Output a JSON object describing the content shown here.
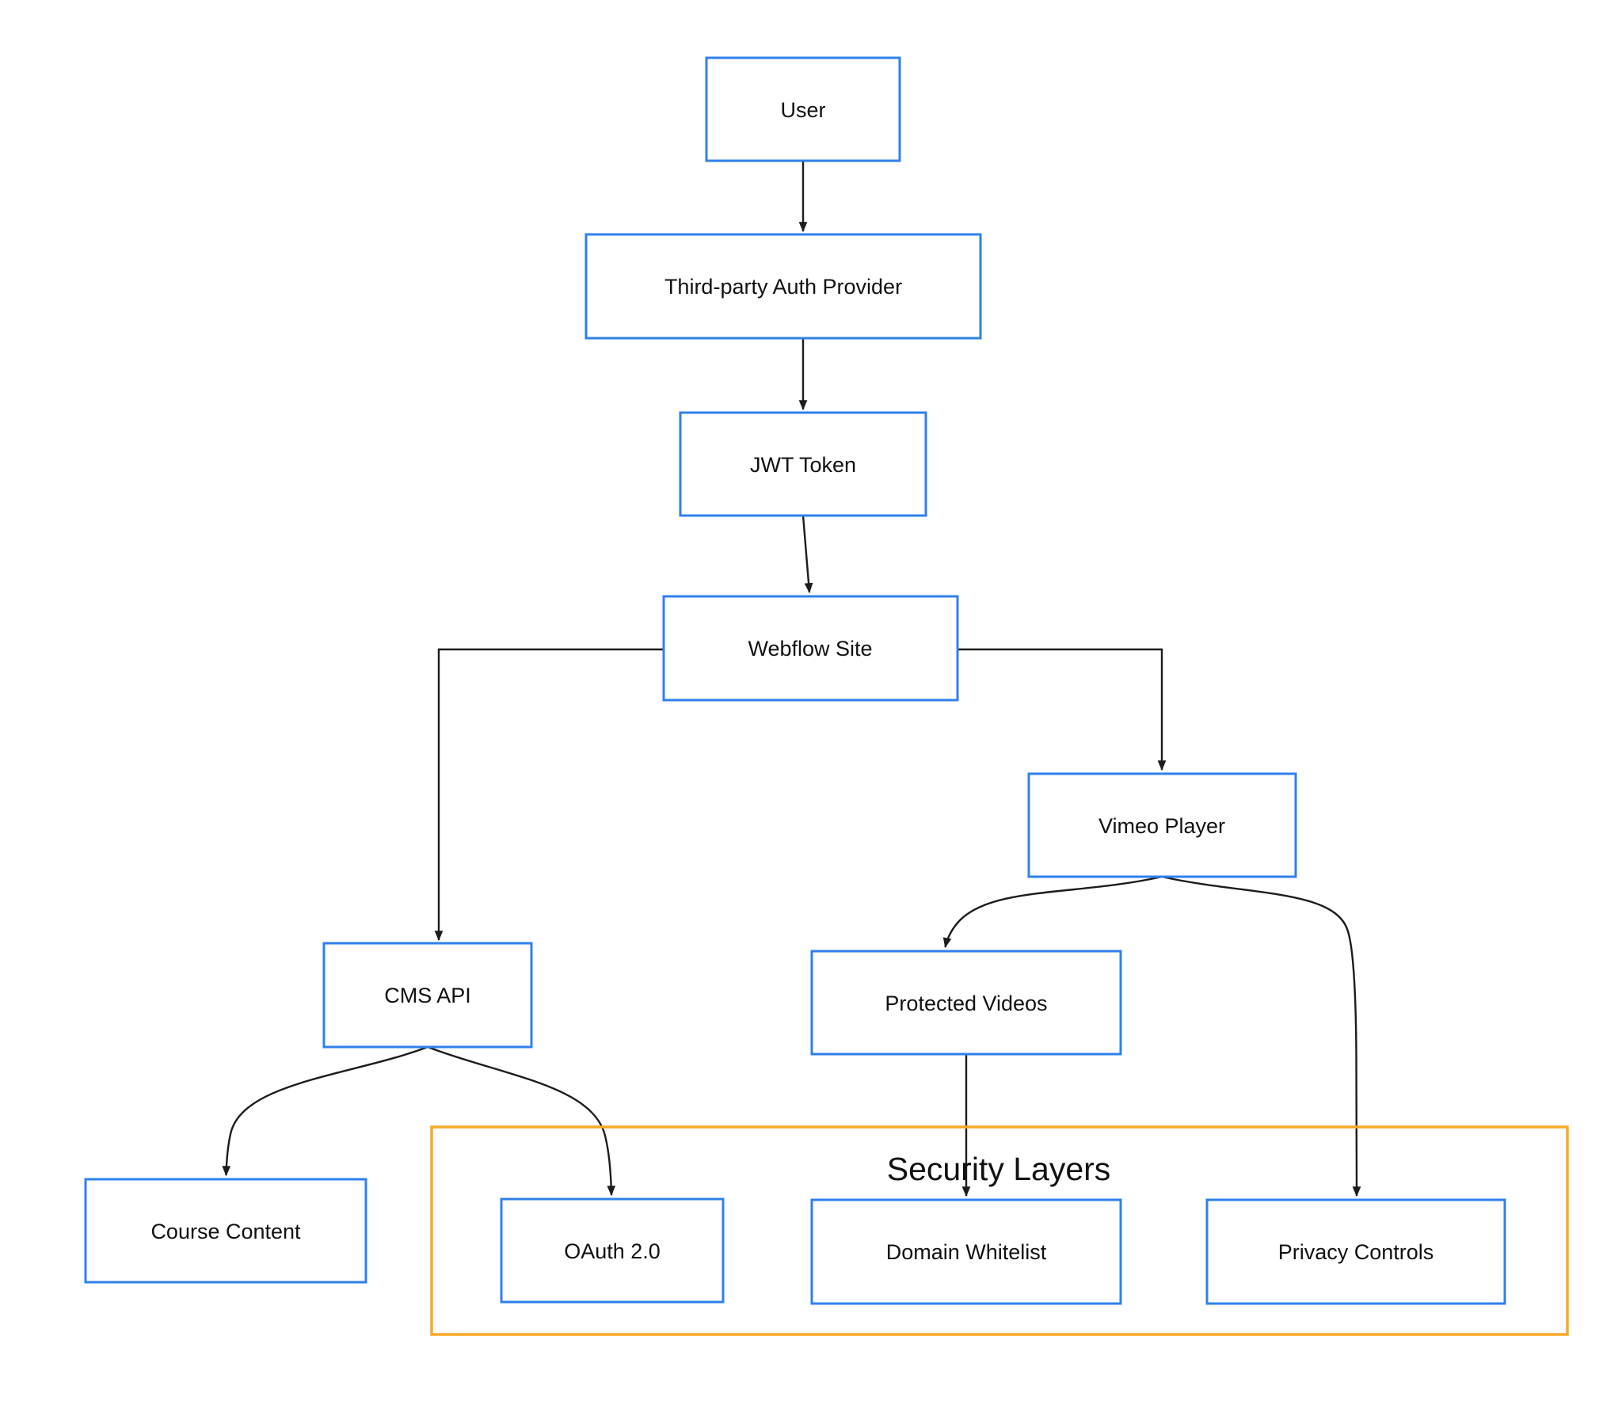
{
  "diagram": {
    "nodes": {
      "user": "User",
      "auth_provider": "Third-party Auth Provider",
      "jwt_token": "JWT Token",
      "webflow_site": "Webflow Site",
      "cms_api": "CMS API",
      "vimeo_player": "Vimeo Player",
      "course_content": "Course Content",
      "oauth": "OAuth 2.0",
      "protected_videos": "Protected Videos",
      "domain_whitelist": "Domain Whitelist",
      "privacy_controls": "Privacy Controls"
    },
    "group_label": "Security Layers",
    "group_members": [
      "OAuth 2.0",
      "Domain Whitelist",
      "Privacy Controls"
    ],
    "edges": [
      {
        "from": "User",
        "to": "Third-party Auth Provider"
      },
      {
        "from": "Third-party Auth Provider",
        "to": "JWT Token"
      },
      {
        "from": "JWT Token",
        "to": "Webflow Site"
      },
      {
        "from": "Webflow Site",
        "to": "CMS API"
      },
      {
        "from": "Webflow Site",
        "to": "Vimeo Player"
      },
      {
        "from": "CMS API",
        "to": "Course Content"
      },
      {
        "from": "CMS API",
        "to": "OAuth 2.0"
      },
      {
        "from": "Vimeo Player",
        "to": "Protected Videos"
      },
      {
        "from": "Vimeo Player",
        "to": "Privacy Controls"
      },
      {
        "from": "Protected Videos",
        "to": "Domain Whitelist"
      }
    ],
    "colors": {
      "node_border": "#2F80ED",
      "group_border": "#F9A826",
      "connector": "#1C1C1E",
      "text": "#111111",
      "background": "#FFFFFF"
    }
  }
}
